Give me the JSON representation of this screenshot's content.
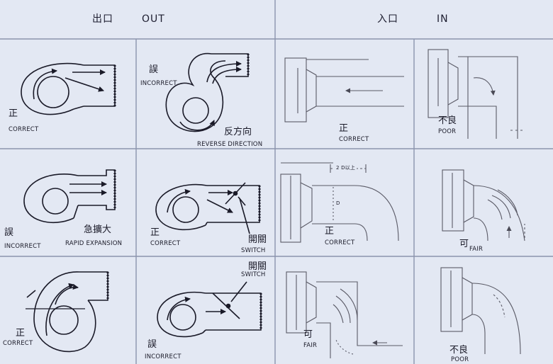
{
  "header": {
    "out_cn": "出口",
    "out_en": "OUT",
    "in_cn": "入口",
    "in_en": "IN"
  },
  "cells": {
    "out_r1c1": {
      "cn": "正",
      "en": "CORRECT"
    },
    "out_r1c2": {
      "cn": "誤",
      "en": "INCORRECT",
      "note_cn": "反方向",
      "note_en": "REVERSE DIRECTION"
    },
    "out_r2c1": {
      "cn": "誤",
      "en": "INCORRECT",
      "note_cn": "急擴大",
      "note_en": "RAPID EXPANSION"
    },
    "out_r2c2": {
      "cn": "正",
      "en": "CORRECT",
      "note_cn": "開關",
      "note_en": "SWITCH"
    },
    "out_r3c1": {
      "cn": "正",
      "en": "CORRECT"
    },
    "out_r3c2": {
      "cn": "誤",
      "en": "INCORRECT",
      "note_cn": "開關",
      "note_en": "SWITCH"
    },
    "in_r1c1": {
      "cn": "正",
      "en": "CORRECT"
    },
    "in_r1c2": {
      "cn": "不良",
      "en": "POOR"
    },
    "in_r2c1": {
      "cn": "正",
      "en": "CORRECT",
      "dim_label": "2 D以上",
      "dim_d": "D"
    },
    "in_r2c2": {
      "cn": "可",
      "en": "FAIR"
    },
    "in_r3c1": {
      "cn": "可",
      "en": "FAIR"
    },
    "in_r3c2": {
      "cn": "不良",
      "en": "POOR"
    }
  },
  "colors": {
    "background": "#e3e8f3",
    "grid": "#8b94ad",
    "ink": "#1a1a28",
    "sketch": "#5a5a66"
  }
}
